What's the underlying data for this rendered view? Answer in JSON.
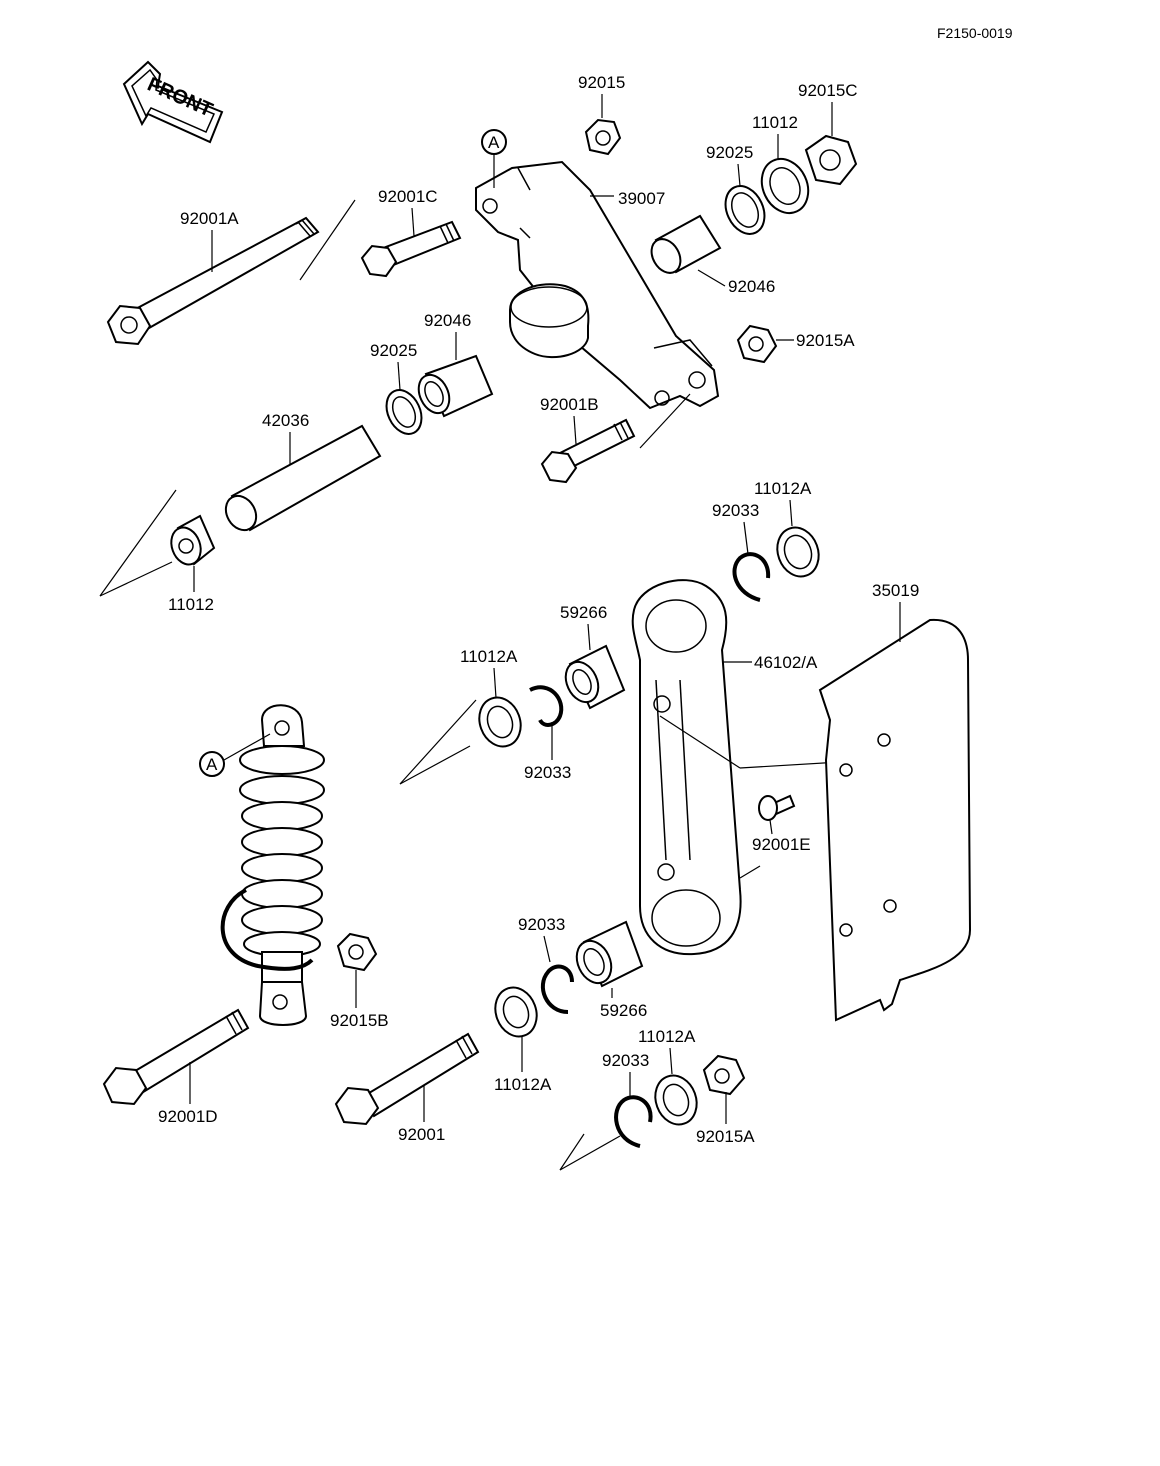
{
  "doc_id": "F2150-0019",
  "front_label": "FRONT",
  "ref_mark": "A",
  "parts": {
    "p92015": "92015",
    "p92015C": "92015C",
    "p11012_top": "11012",
    "p92025_top": "92025",
    "p39007": "39007",
    "p92001C": "92001C",
    "p92001A": "92001A",
    "p92046_right": "92046",
    "p92015A_top": "92015A",
    "p92046_left": "92046",
    "p92025_left": "92025",
    "p42036": "42036",
    "p92001B": "92001B",
    "p11012_left": "11012",
    "p11012A_top": "11012A",
    "p92033_top": "92033",
    "p35019": "35019",
    "p59266_top": "59266",
    "p46102A": "46102/A",
    "p11012A_mid": "11012A",
    "p92033_mid": "92033",
    "p92001E": "92001E",
    "p92033_low": "92033",
    "p92015B": "92015B",
    "p59266_low": "59266",
    "p11012A_low": "11012A",
    "p11012A_bot": "11012A",
    "p92033_bot": "92033",
    "p92015A_bot": "92015A",
    "p92001D": "92001D",
    "p92001": "92001"
  }
}
